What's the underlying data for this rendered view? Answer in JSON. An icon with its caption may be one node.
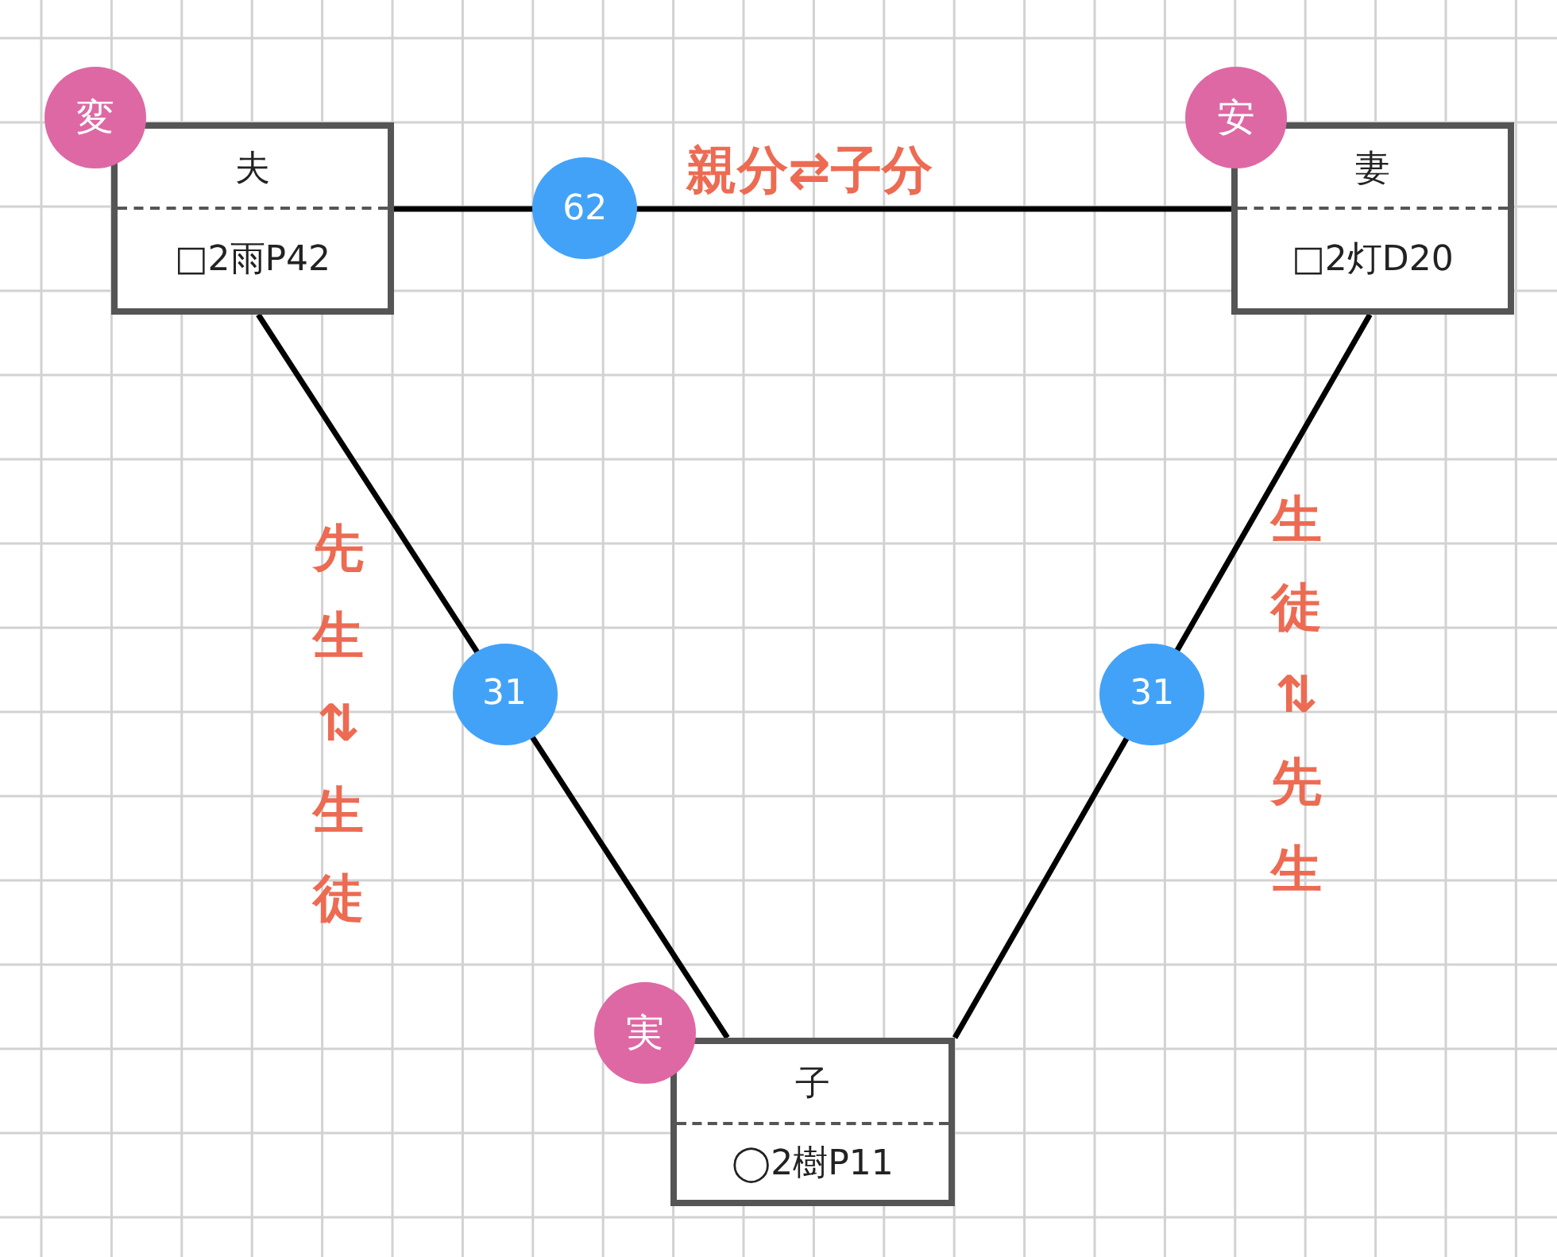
{
  "diagram": {
    "nodes": [
      {
        "text": [
          "変"
        ]
      },
      {
        "text": [
          "夫",
          "□2雨P42"
        ]
      },
      {
        "text": [
          "安"
        ]
      },
      {
        "text": [
          "妻",
          "□2灯D20"
        ]
      },
      {
        "text": [
          "実"
        ]
      },
      {
        "text": [
          "子",
          "◯2樹P11"
        ]
      }
    ],
    "edges": [
      {
        "from": 1,
        "to": 3,
        "arrow": "none",
        "label": "62"
      },
      {
        "from": 1,
        "to": 5,
        "arrow": "none",
        "label": "31"
      },
      {
        "from": 3,
        "to": 5,
        "arrow": "none",
        "label": "31"
      }
    ],
    "labels": [
      "親分⇄子分",
      "先生⇅生徒",
      "生徒⇅先生"
    ]
  }
}
